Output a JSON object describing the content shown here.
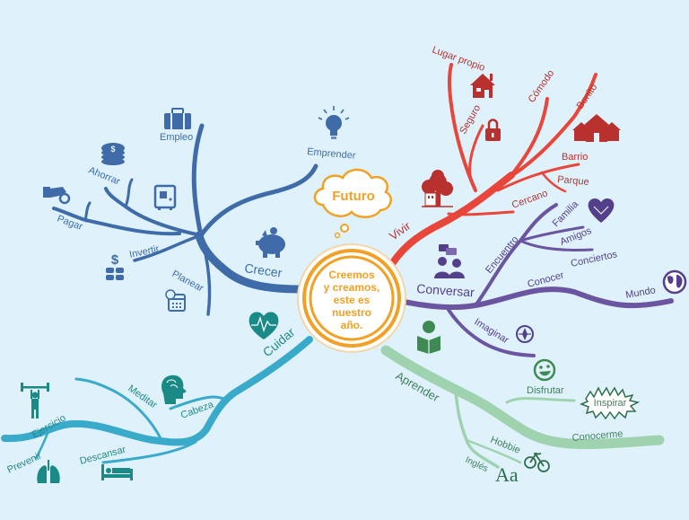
{
  "background": "#dff2fb",
  "center": {
    "lines": [
      "Creemos",
      "y creamos,",
      "este es",
      "nuestro",
      "año."
    ],
    "color": "#f0a126"
  },
  "cloud": {
    "label": "Futuro",
    "color": "#f0a126"
  },
  "branches": {
    "crecer": {
      "label": "Crecer",
      "color": "#3f6ca8",
      "subs": [
        "Empleo",
        "Ahorrar",
        "Pagar",
        "Invertir",
        "Planear",
        "Emprender"
      ]
    },
    "vivir": {
      "label": "Vivir",
      "color": "#e8463b",
      "text_color": "#b8312f",
      "subs": [
        "Lugar propio",
        "Seguro",
        "Cómodo",
        "Bonito",
        "Barrio",
        "Parque",
        "Cercano"
      ]
    },
    "conversar": {
      "label": "Conversar",
      "color": "#6b55a0",
      "text_color": "#54408a",
      "subs": [
        "Encuentro",
        "Familia",
        "Amigos",
        "Conciertos",
        "Conocer",
        "Mundo",
        "Imaginar"
      ]
    },
    "aprender": {
      "label": "Aprender",
      "color": "#9fd3b0",
      "text_color": "#3f7f5a",
      "subs": [
        "Disfrutar",
        "Inspirar",
        "Conocerme",
        "Hobbie",
        "Inglés"
      ],
      "font_glyph": "Aa"
    },
    "cuidar": {
      "label": "Cuidar",
      "color": "#3aaacb",
      "text_color": "#1f8a8a",
      "subs": [
        "Cabeza",
        "Meditar",
        "Ejercicio",
        "Prevenir",
        "Descansar"
      ]
    }
  }
}
